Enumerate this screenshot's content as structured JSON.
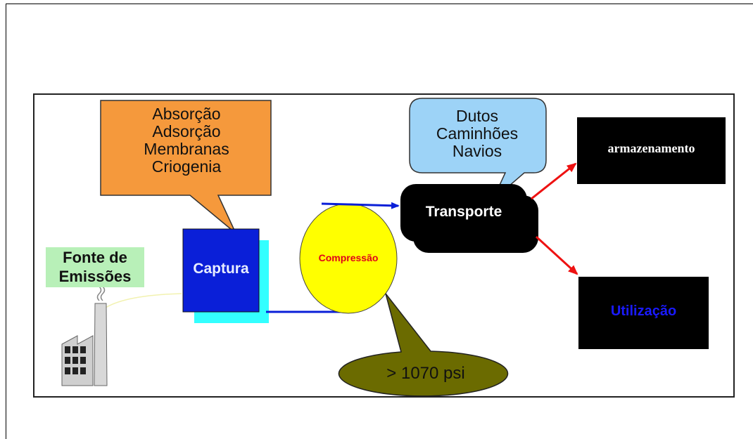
{
  "capture_methods": [
    "Absorção",
    "Adsorção",
    "Membranas",
    "Criogenia"
  ],
  "transport_modes": [
    "Dutos",
    "Caminhões",
    "Navios"
  ],
  "nodes": {
    "source": [
      "Fonte de",
      "Emissões"
    ],
    "capture": "Captura",
    "compression": "Compressão",
    "transport": "Transporte",
    "storage": "armazenamento",
    "utilization": "Utilização"
  },
  "pressure_callout": "> 1070 psi",
  "colors": {
    "capture_callout": "#f5993c",
    "transport_callout": "#9dd3f7",
    "capture_box": "#0a1fd8",
    "capture_shadow": "#33ffff",
    "compression": "#ffff00",
    "pressure_callout": "#6b6b00",
    "arrow_blue": "#0a1fd8",
    "arrow_red": "#ee1111",
    "source_label_bg": "#b8f0b8"
  },
  "icons": [
    "factory-icon",
    "smoke-icon"
  ]
}
